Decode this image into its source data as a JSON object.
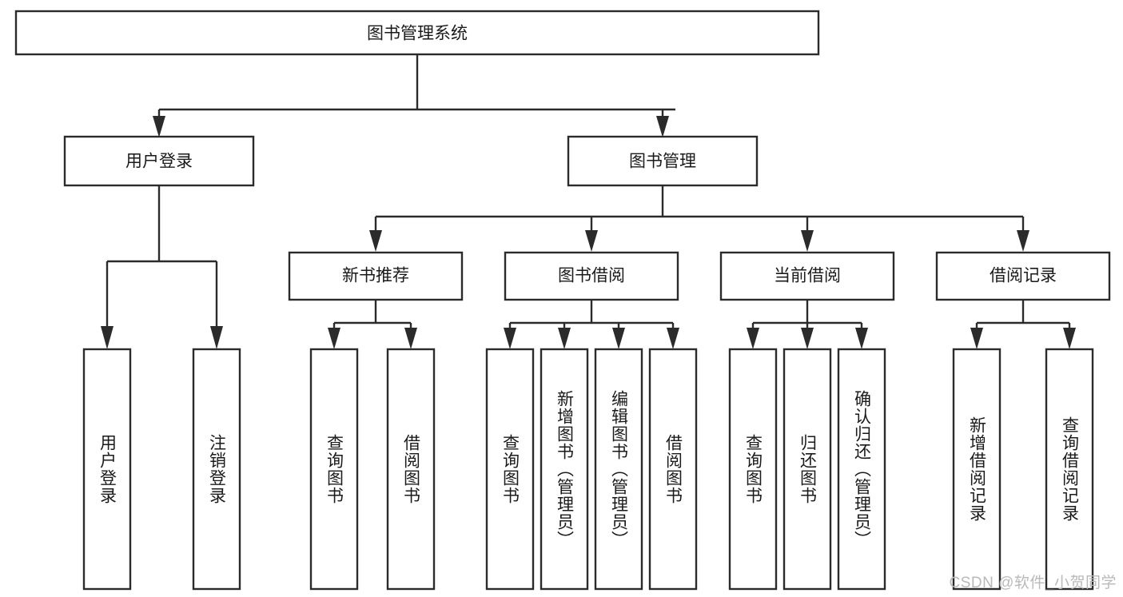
{
  "diagram": {
    "type": "tree-hierarchy",
    "title": "图书管理系统",
    "root": {
      "label": "图书管理系统"
    },
    "level2": [
      {
        "label": "用户登录"
      },
      {
        "label": "图书管理"
      }
    ],
    "level3": [
      {
        "label": "新书推荐"
      },
      {
        "label": "图书借阅"
      },
      {
        "label": "当前借阅"
      },
      {
        "label": "借阅记录"
      }
    ],
    "leaves": {
      "user_login": [
        "用户登录",
        "注销登录"
      ],
      "new_book_recommend": [
        "查询图书",
        "借阅图书"
      ],
      "book_borrow": [
        "查询图书",
        "新增图书（管理员）",
        "编辑图书（管理员）",
        "借阅图书"
      ],
      "current_borrow": [
        "查询图书",
        "归还图书",
        "确认归还（管理员）"
      ],
      "borrow_record": [
        "新增借阅记录",
        "查询借阅记录"
      ]
    }
  },
  "watermark": {
    "text": "CSDN @软件_小贺同学"
  },
  "colors": {
    "box_stroke": "#2b2b2b",
    "box_fill": "#ffffff",
    "text": "#1a1a1a",
    "watermark": "#b9b9b9",
    "background": "#ffffff"
  }
}
